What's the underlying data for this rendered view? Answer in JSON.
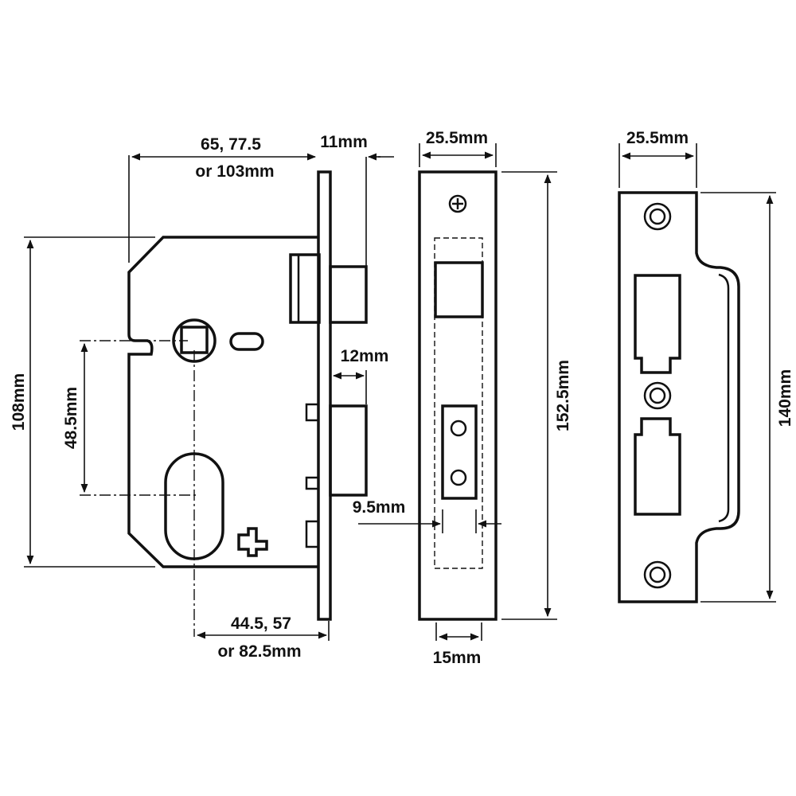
{
  "labels": {
    "backset_top_line1": "65, 77.5",
    "backset_top_line2": "or 103mm",
    "faceplate_thickness": "11mm",
    "front_width_top": "25.5mm",
    "strike_width_top": "25.5mm",
    "case_height": "108mm",
    "centres": "48.5mm",
    "bolt_throw": "12mm",
    "front_height": "152.5mm",
    "strike_height": "140mm",
    "follower_offset": "9.5mm",
    "backset_bottom_line1": "44.5, 57",
    "backset_bottom_line2": "or 82.5mm",
    "front_inner_width": "15mm"
  }
}
